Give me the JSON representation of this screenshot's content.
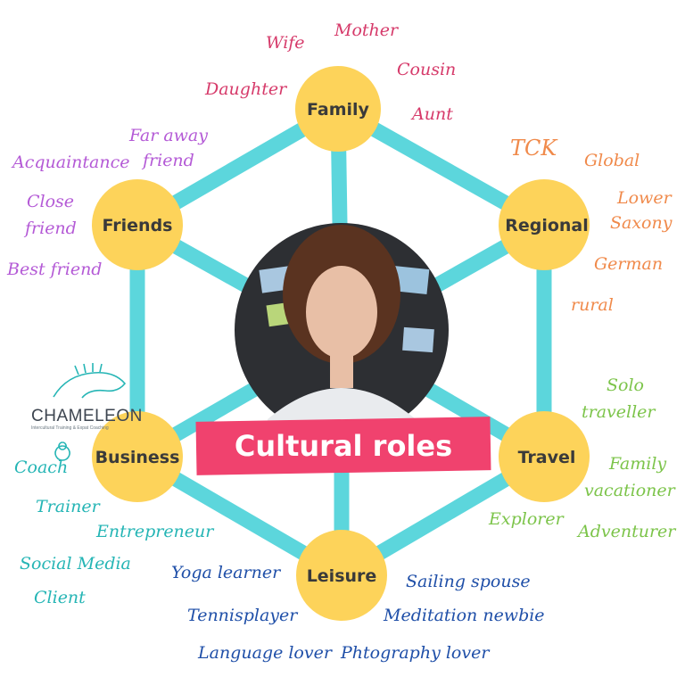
{
  "title": "Cultural roles",
  "logo": {
    "name": "CHAMELEON",
    "tagline": "Intercultural Training & Expat Coaching"
  },
  "nodes": {
    "family": "Family",
    "regional": "Regional",
    "travel": "Travel",
    "leisure": "Leisure",
    "business": "Business",
    "friends": "Friends"
  },
  "roles": {
    "family": [
      "Wife",
      "Mother",
      "Daughter",
      "Cousin",
      "Aunt"
    ],
    "regional": [
      "TCK",
      "Global",
      "Lower",
      "Saxony",
      "German",
      "rural"
    ],
    "travel": [
      "Solo",
      "traveller",
      "Family",
      "vacationer",
      "Explorer",
      "Adventurer"
    ],
    "leisure": [
      "Yoga learner",
      "Tennisplayer",
      "Language lover",
      "Sailing spouse",
      "Meditation newbie",
      "Phtography lover"
    ],
    "business": [
      "Coach",
      "Trainer",
      "Entrepreneur",
      "Social Media",
      "Client"
    ],
    "friends": [
      "Far away",
      "friend",
      "Acquaintance",
      "Close",
      "friend",
      "Best friend"
    ]
  },
  "colors": {
    "edge": "#5cd6dc",
    "node": "#fdd35a",
    "banner": "#f0426e",
    "family": "#d63a6a",
    "regional": "#f08a4b",
    "travel": "#7cc44a",
    "leisure": "#1f4fa8",
    "business": "#25b5b5",
    "friends": "#b45ad6"
  }
}
